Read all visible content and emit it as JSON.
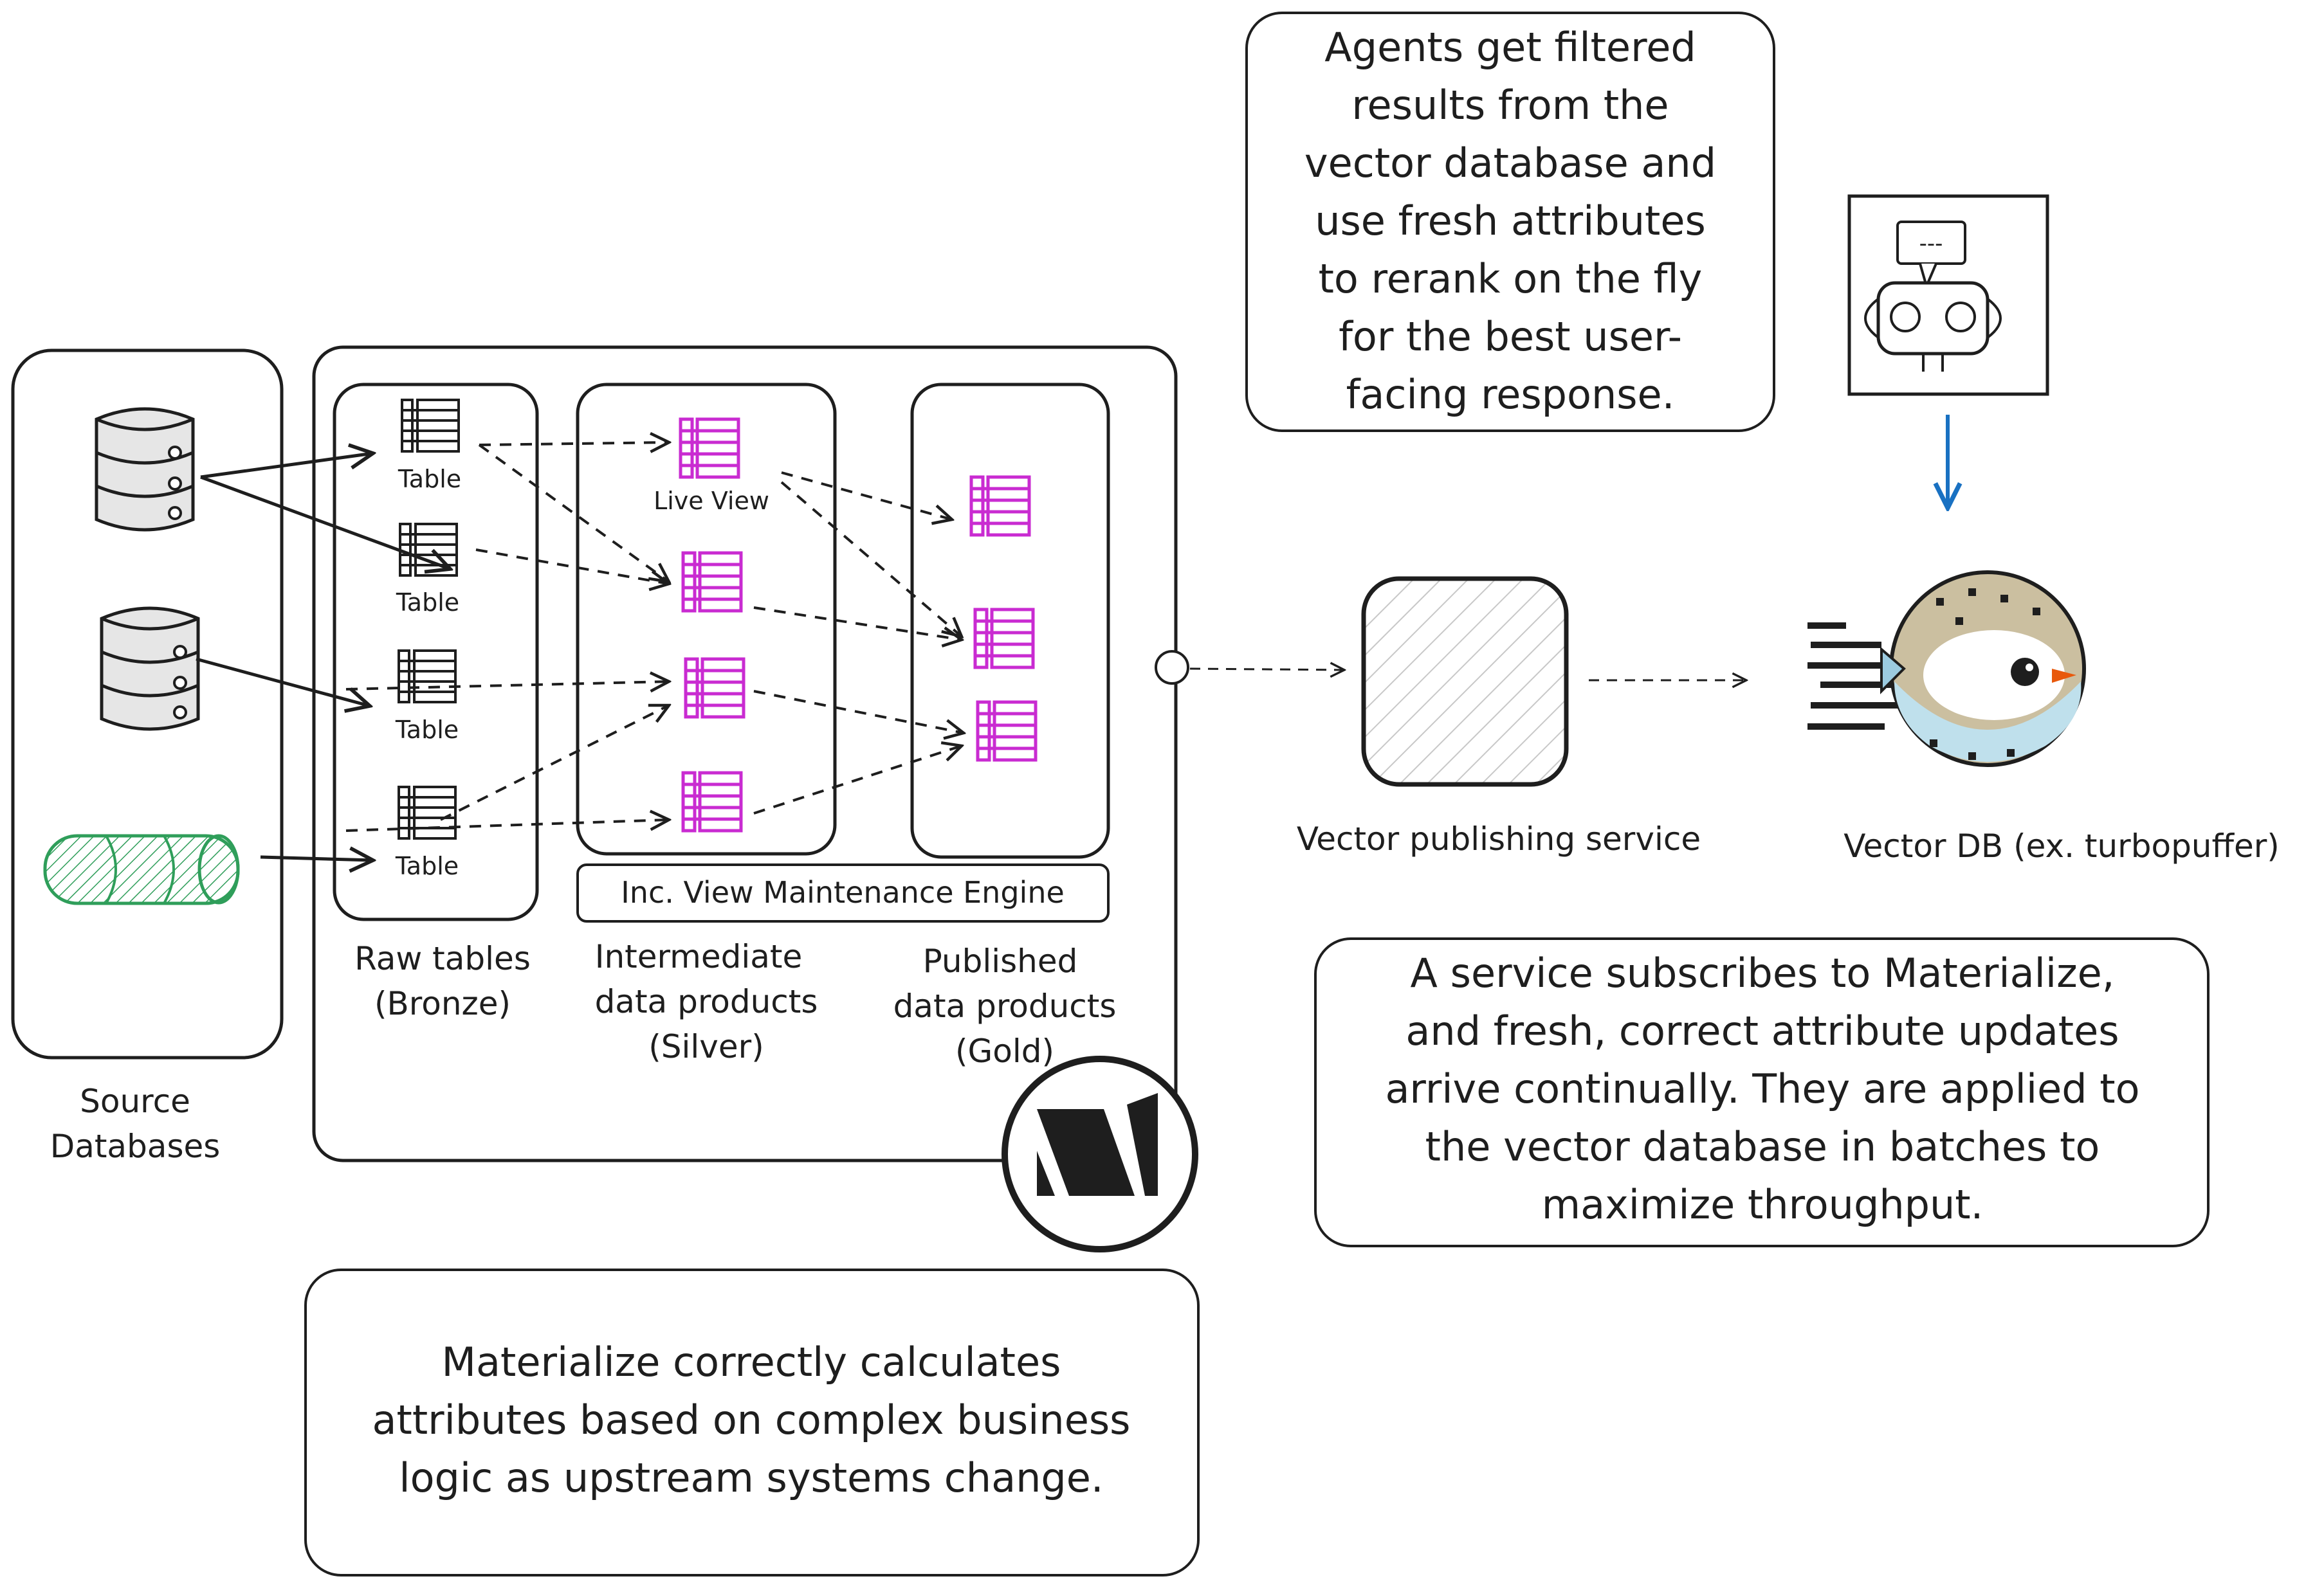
{
  "colors": {
    "ink": "#1e1e1e",
    "view_accent": "#c92bd1",
    "stream_accent": "#2f9e5a",
    "agent_arrow": "#1971c2"
  },
  "source_panel": {
    "label_line1": "Source",
    "label_line2": "Databases",
    "icons": [
      "database-icon",
      "database-icon",
      "stream-cylinder-icon"
    ]
  },
  "bronze": {
    "tables": [
      "Table",
      "Table",
      "Table",
      "Table"
    ],
    "label_line1": "Raw tables",
    "label_line2": "(Bronze)"
  },
  "silver": {
    "live_view_label": "Live View",
    "label_line1": "Intermediate",
    "label_line2": "data products",
    "label_line3": "(Silver)"
  },
  "gold": {
    "label_line1": "Published",
    "label_line2": "data products",
    "label_line3": "(Gold)"
  },
  "engine_label": "Inc. View Maintenance Engine",
  "materialize_note": {
    "line1": "Materialize correctly calculates",
    "line2": "attributes based on complex business",
    "line3": "logic as upstream systems change."
  },
  "publishing_service": {
    "label": "Vector publishing service"
  },
  "vector_db": {
    "label": "Vector DB (ex. turbopuffer)",
    "icon": "pufferfish-icon"
  },
  "agent": {
    "icon": "robot-icon",
    "bubble_text": "---"
  },
  "agents_note": {
    "line1": "Agents get filtered",
    "line2": "results from the",
    "line3": "vector database and",
    "line4": "use fresh attributes",
    "line5": "to rerank on the fly",
    "line6": "for the best user-",
    "line7": "facing response."
  },
  "service_note": {
    "line1": "A service subscribes to Materialize,",
    "line2": "and fresh, correct attribute updates",
    "line3": "arrive continually. They are applied to",
    "line4": "the vector database in batches to",
    "line5": "maximize throughput."
  }
}
